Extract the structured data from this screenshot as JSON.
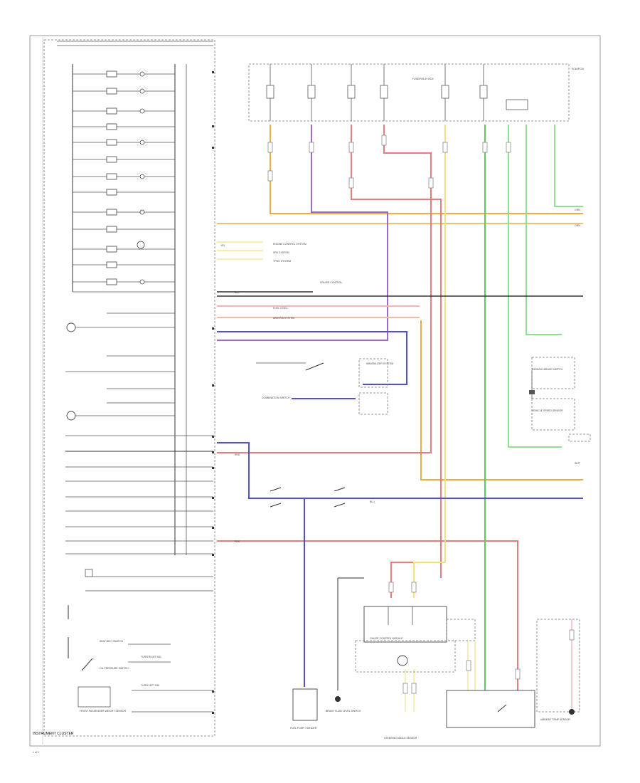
{
  "diagram": {
    "footer_label": "INSTRUMENT CLUSTER",
    "page_number": "1 of 2",
    "wire_colors": {
      "orange": "#f6a83a",
      "red": "#f07a7a",
      "pink": "#f4b4b4",
      "yellow": "#f2e27a",
      "green": "#58d058",
      "light_green": "#8ee08e",
      "blue": "#5050e0",
      "purple": "#9a6ad0",
      "black": "#333333",
      "tan": "#e3c89a"
    },
    "components": {
      "fuse_box": "FUSE/RELAY BOX",
      "ecm": "ECM/PCM",
      "gauge_control": "GAUGE CONTROL MODULE",
      "fuel_sender": "FUEL PUMP / SENDER",
      "brake_switch": "BRAKE FLUID LEVEL SWITCH",
      "parking_brake": "PARKING BRAKE SWITCH",
      "vss": "VEHICLE SPEED SENSOR",
      "ambient_sensor": "AMBIENT TEMP SENSOR",
      "combination_switch": "COMBINATION SWITCH",
      "steering_angle": "STEERING ANGLE SENSOR",
      "seat_belt": "SEAT BELT SWITCH",
      "oil_pressure": "OIL PRESSURE SWITCH",
      "front_passenger": "FRONT PASSENGER WEIGHT SENSOR",
      "turn_left": "TURN LEFT IND",
      "turn_right": "TURN RIGHT IND"
    },
    "signal_labels": [
      "ENGINE CONTROL SYSTEM",
      "SRS SYSTEM",
      "TPMS SYSTEM",
      "CRUISE CONTROL",
      "FUEL LEVEL",
      "ABS/VSA SYSTEM",
      "IMMOBILIZER SYSTEM"
    ],
    "wire_codes": [
      "BLU",
      "RED",
      "YEL",
      "GRN",
      "BLK",
      "ORN",
      "WHT",
      "PNK"
    ]
  }
}
